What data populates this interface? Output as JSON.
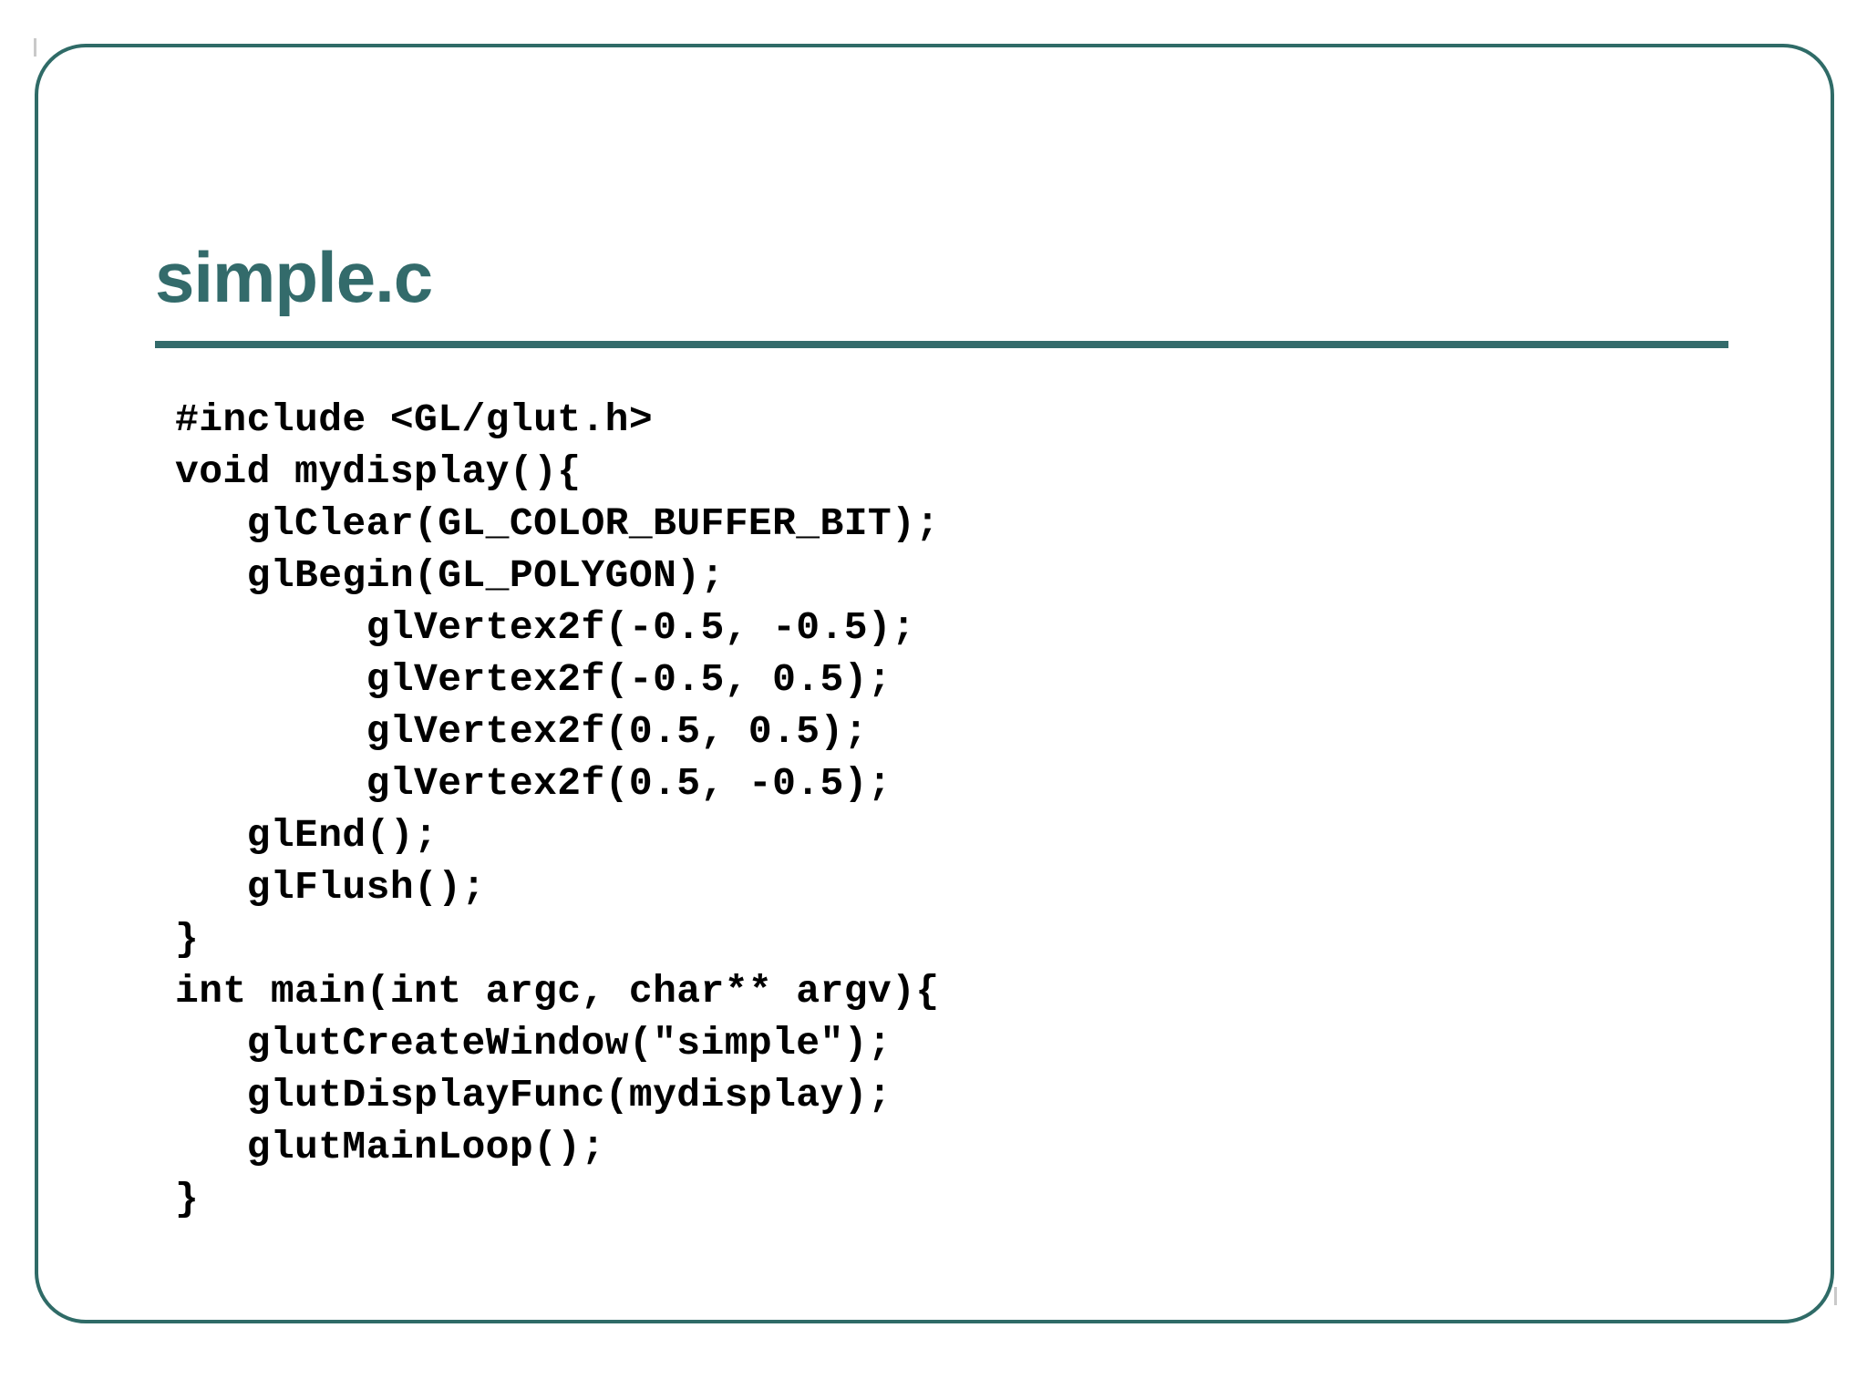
{
  "slide": {
    "background_color": "#ffffff",
    "frame_color": "#2f6b67",
    "accent_color": "#336b6b",
    "code_color": "#000000",
    "tick_color": "#c9c9c9"
  },
  "header": {
    "title": "simple.c"
  },
  "code": {
    "language": "c",
    "lines": [
      "#include <GL/glut.h>",
      "void mydisplay(){",
      "   glClear(GL_COLOR_BUFFER_BIT);",
      "   glBegin(GL_POLYGON);",
      "        glVertex2f(-0.5, -0.5);",
      "        glVertex2f(-0.5, 0.5);",
      "        glVertex2f(0.5, 0.5);",
      "        glVertex2f(0.5, -0.5);",
      "   glEnd();",
      "   glFlush();",
      "}",
      "int main(int argc, char** argv){",
      "   glutCreateWindow(\"simple\");",
      "   glutDisplayFunc(mydisplay);",
      "   glutMainLoop();",
      "}"
    ]
  },
  "decorations": {
    "tick_top_left": "",
    "tick_bottom_right": ""
  }
}
